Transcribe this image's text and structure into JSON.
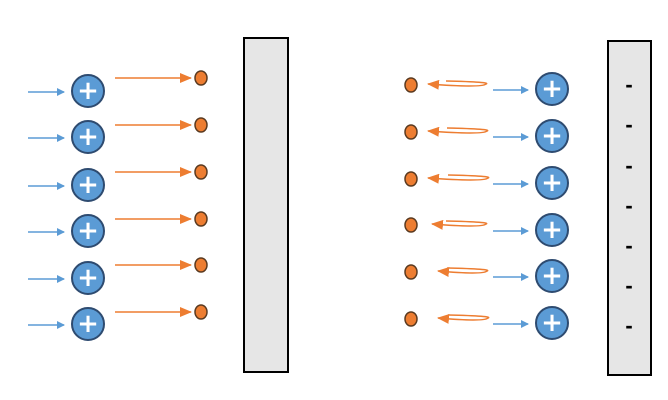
{
  "colors": {
    "ion_fill": "#5b9bd5",
    "ion_stroke": "#2e4b70",
    "ion_sign": "#ffffff",
    "incoming_arrow": "#5b9bd5",
    "particle_fill": "#ed7d31",
    "particle_stroke": "#5a3a20",
    "particle_arrow": "#ed7d31",
    "plate_fill": "#e6e6e6",
    "plate_stroke": "#000000",
    "plate_sign": "#000000"
  },
  "left_panel": {
    "ion_label": "+",
    "ion_count": 6,
    "particle_motion": "toward plate"
  },
  "right_panel": {
    "ion_label": "+",
    "ion_count": 6,
    "particle_motion": "reflected away from plate",
    "plate_signs": [
      "-",
      "-",
      "-",
      "-",
      "-",
      "-",
      "-"
    ]
  }
}
